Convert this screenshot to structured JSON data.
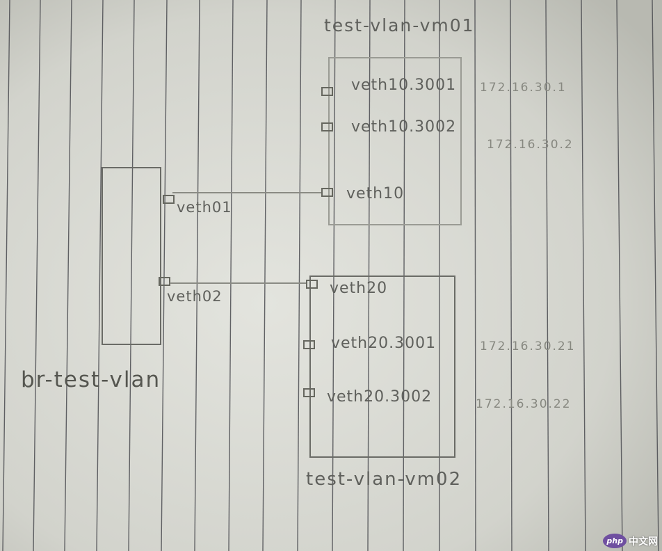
{
  "labels": {
    "vm01_title": "test-vlan-vm01",
    "vm02_title": "test-vlan-vm02",
    "bridge_title": "br-test-vlan"
  },
  "vm01": {
    "ifaces": [
      {
        "name": "veth10.3001",
        "ip": "172.16.30.1"
      },
      {
        "name": "veth10.3002",
        "ip": "172.16.30.2"
      },
      {
        "name": "veth10"
      }
    ]
  },
  "vm02": {
    "ifaces": [
      {
        "name": "veth20"
      },
      {
        "name": "veth20.3001",
        "ip": "172.16.30.21"
      },
      {
        "name": "veth20.3002",
        "ip": "172.16.30.22"
      }
    ]
  },
  "bridge": {
    "ports": [
      {
        "name": "veth01"
      },
      {
        "name": "veth02"
      }
    ]
  },
  "watermark": {
    "badge": "php",
    "text": "中文网"
  }
}
